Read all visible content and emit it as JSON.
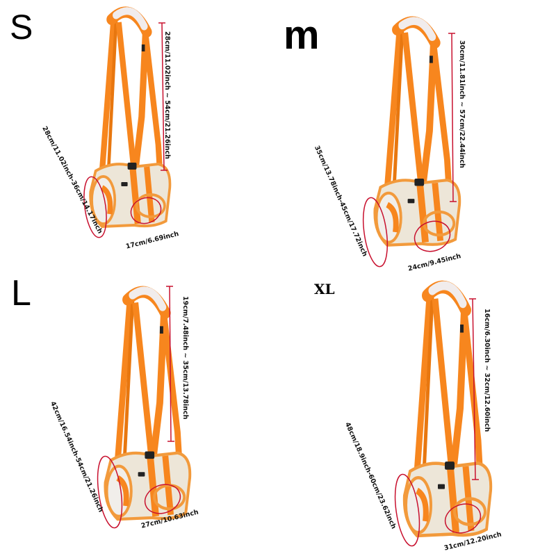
{
  "colors": {
    "strap": "#f7861e",
    "strap_dark": "#e86e0a",
    "body_fabric": "#ede6d8",
    "handle": "#f3eeee",
    "measure_line": "#c8102e",
    "text": "#111111"
  },
  "sizes": [
    {
      "label": "S",
      "strap_length": "28cm/11.02inch ~ 54cm/21.26inch",
      "body_circumference": "28cm/11.02inch-36cm/14.17inch",
      "leg_hole": "17cm/6.69inch"
    },
    {
      "label": "m",
      "strap_length": "30cm/11.81inch ~ 57cm/22.44inch",
      "body_circumference": "35cm/13.78inch-45cm/17.72inch",
      "leg_hole": "24cm/9.45inch"
    },
    {
      "label": "L",
      "strap_length": "19cm/7.48inch ~ 35cm/13.78inch",
      "body_circumference": "42cm/16.54inch-54cm/21.26inch",
      "leg_hole": "27cm/10.63inch"
    },
    {
      "label": "XL",
      "strap_length": "16cm/6.30inch ~ 32cm/12.60inch",
      "body_circumference": "48cm/18.9inch-60cm/23.62inch",
      "leg_hole": "31cm/12.20inch"
    }
  ]
}
